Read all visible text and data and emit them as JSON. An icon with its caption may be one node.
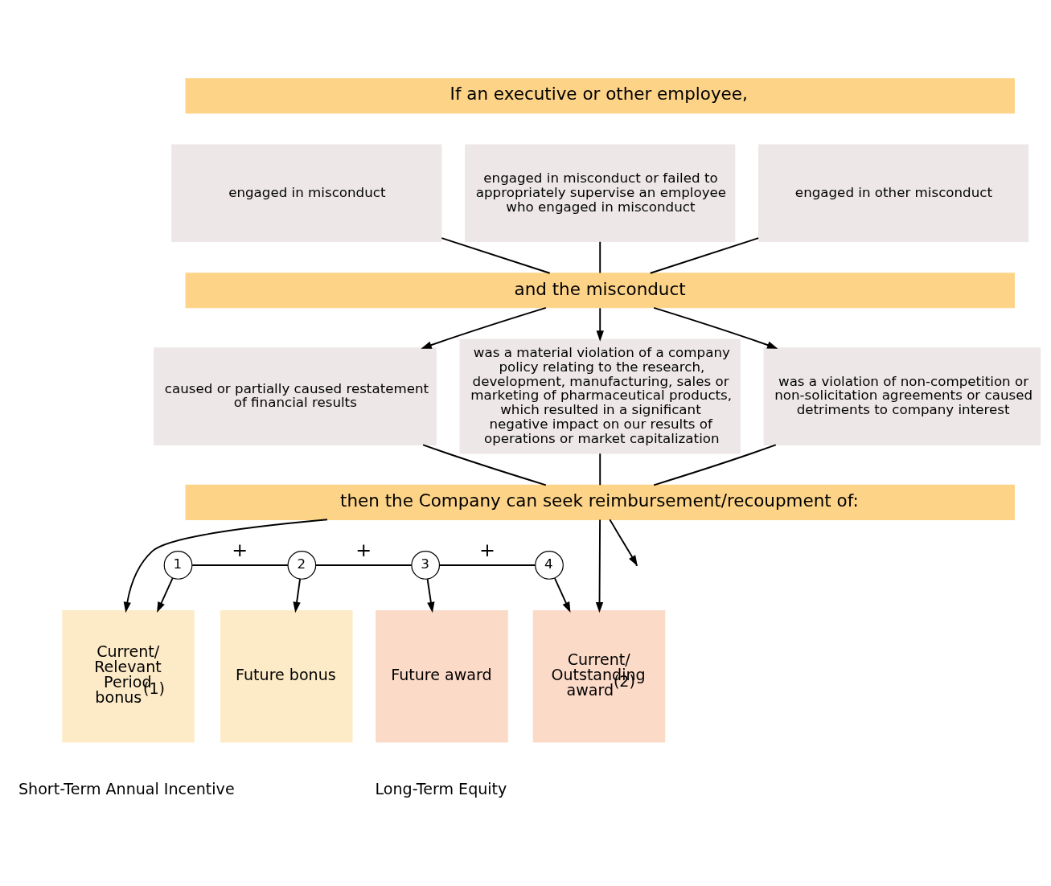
{
  "diagram": {
    "nodes": [
      {
        "text": [
          "If an executive or other employee,"
        ]
      },
      {
        "text": [
          "engaged in misconduct"
        ]
      },
      {
        "text": [
          "engaged in misconduct or failed to appropriately supervise an employee who engaged in misconduct"
        ]
      },
      {
        "text": [
          "engaged in other misconduct"
        ]
      },
      {
        "text": [
          "and the misconduct"
        ]
      },
      {
        "text": [
          "caused or partially caused restatement of financial results"
        ]
      },
      {
        "text": [
          "was a material violation of a company policy relating to the research, development, manufacturing, sales or marketing of pharmaceutical products, which resulted in a significant negative impact on our results of operations or market capitalization"
        ]
      },
      {
        "text": [
          "was a violation of non-competition or non-solicitation agreements or caused detriments to company interest"
        ]
      },
      {
        "text": [
          "then the Company can seek reimbursement/recoupment of:"
        ]
      },
      {
        "text": [
          "1"
        ]
      },
      {
        "text": [
          "2"
        ]
      },
      {
        "text": [
          "3"
        ]
      },
      {
        "text": [
          "4"
        ]
      },
      {
        "text": [
          "Current/ Relevant Period bonus$^{(1)}$"
        ]
      },
      {
        "text": [
          "Future bonus"
        ]
      },
      {
        "text": [
          "Future award"
        ]
      },
      {
        "text": [
          "Current/ Outstanding award$^{(2)}$"
        ]
      }
    ],
    "edges": [
      {
        "from": 1,
        "to": 4,
        "arrow": "none"
      },
      {
        "from": 2,
        "to": 4,
        "arrow": "none"
      },
      {
        "from": 3,
        "to": 4,
        "arrow": "none"
      },
      {
        "from": 4,
        "to": 5,
        "arrow": "to"
      },
      {
        "from": 4,
        "to": 6,
        "arrow": "to"
      },
      {
        "from": 4,
        "to": 7,
        "arrow": "to"
      },
      {
        "from": 5,
        "to": 8,
        "arrow": "none"
      },
      {
        "from": 6,
        "to": 8,
        "arrow": "none"
      },
      {
        "from": 7,
        "to": 8,
        "arrow": "none"
      },
      {
        "from": 8,
        "to": 13,
        "arrow": "to"
      },
      {
        "from": 8,
        "to": null,
        "arrow": "to"
      },
      {
        "from": 8,
        "to": 16,
        "arrow": "to"
      },
      {
        "from": 9,
        "to": 10,
        "label": "+",
        "arrow": "none"
      },
      {
        "from": 10,
        "to": 11,
        "label": "+",
        "arrow": "none"
      },
      {
        "from": 11,
        "to": 12,
        "label": "+",
        "arrow": "none"
      },
      {
        "from": 9,
        "to": 13,
        "arrow": "to"
      },
      {
        "from": 10,
        "to": 14,
        "arrow": "to"
      },
      {
        "from": 11,
        "to": 15,
        "arrow": "to"
      },
      {
        "from": 12,
        "to": 16,
        "arrow": "to"
      }
    ],
    "labels": [
      "Short-Term Annual Incentive",
      "Long-Term Equity"
    ]
  }
}
